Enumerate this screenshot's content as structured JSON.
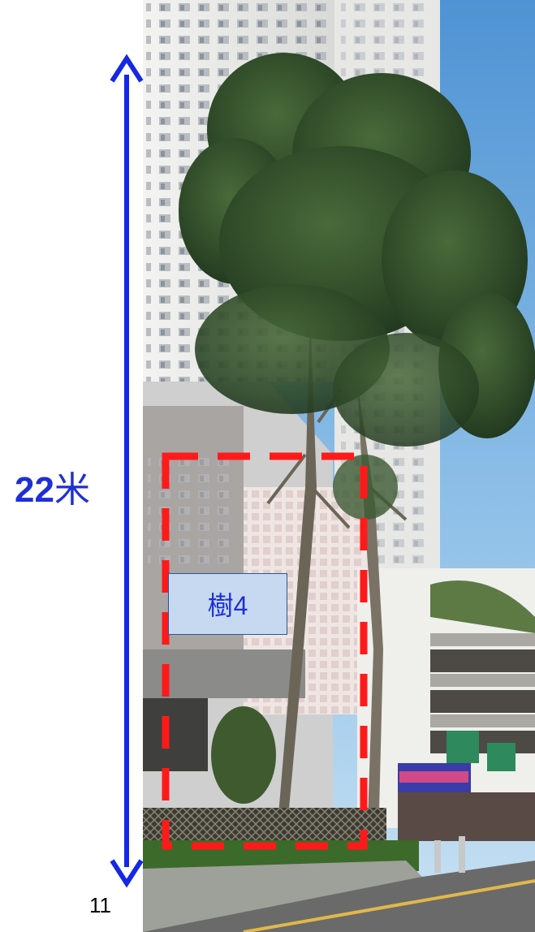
{
  "annotations": {
    "height_value": "22",
    "height_unit": "米",
    "tree_label": "樹4",
    "page_number": "11"
  },
  "colors": {
    "measure_arrow": "#1428e6",
    "highlight_box": "#ff1a1a",
    "label_text": "#1f2fd6",
    "label_fill": "#c6d9f1"
  }
}
